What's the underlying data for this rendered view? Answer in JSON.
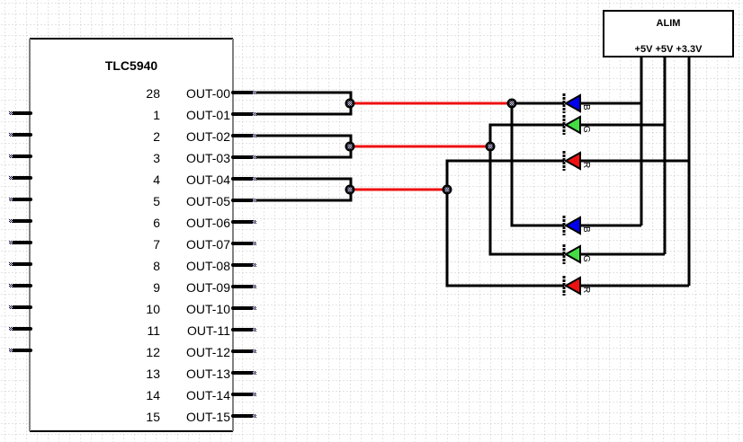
{
  "diagram": {
    "type": "schematic",
    "grid": {
      "visible": true,
      "color": "#c8c8c8"
    },
    "chip": {
      "name": "TLC5940",
      "left_pin_count": 12,
      "outputs": [
        {
          "pin": "28",
          "label": "OUT-00"
        },
        {
          "pin": "1",
          "label": "OUT-01"
        },
        {
          "pin": "2",
          "label": "OUT-02"
        },
        {
          "pin": "3",
          "label": "OUT-03"
        },
        {
          "pin": "4",
          "label": "OUT-04"
        },
        {
          "pin": "5",
          "label": "OUT-05"
        },
        {
          "pin": "6",
          "label": "OUT-06"
        },
        {
          "pin": "7",
          "label": "OUT-07"
        },
        {
          "pin": "8",
          "label": "OUT-08"
        },
        {
          "pin": "9",
          "label": "OUT-09"
        },
        {
          "pin": "10",
          "label": "OUT-10"
        },
        {
          "pin": "11",
          "label": "OUT-11"
        },
        {
          "pin": "12",
          "label": "OUT-12"
        },
        {
          "pin": "13",
          "label": "OUT-13"
        },
        {
          "pin": "14",
          "label": "OUT-14"
        },
        {
          "pin": "15",
          "label": "OUT-15"
        }
      ]
    },
    "power": {
      "name": "ALIM",
      "rails": [
        "+5V",
        "+5V",
        "+3.3V"
      ]
    },
    "leds": [
      {
        "label": "B",
        "color": "#0000ee",
        "group": 1
      },
      {
        "label": "G",
        "color": "#44dd44",
        "group": 1
      },
      {
        "label": "R",
        "color": "#ee1111",
        "group": 1
      },
      {
        "label": "B",
        "color": "#0000ee",
        "group": 2
      },
      {
        "label": "G",
        "color": "#44dd44",
        "group": 2
      },
      {
        "label": "R",
        "color": "#ee1111",
        "group": 2
      }
    ],
    "colors": {
      "wire": "#000000",
      "signal_wire": "#ee1111",
      "chip_side": "#808080"
    }
  }
}
